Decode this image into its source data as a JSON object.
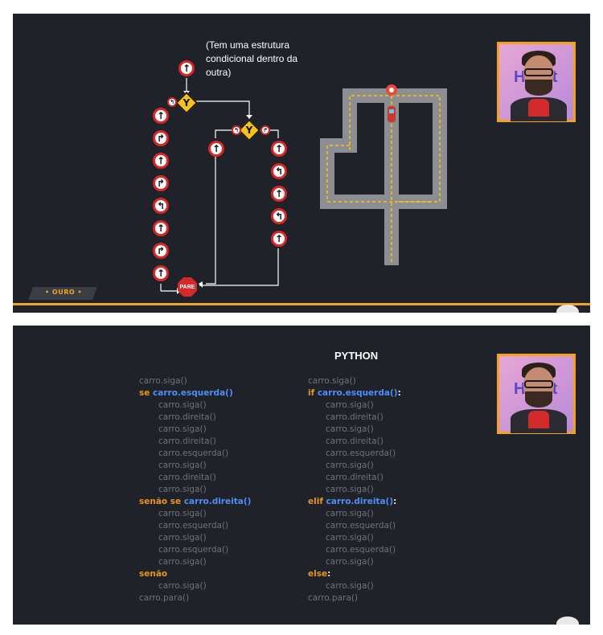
{
  "slide1": {
    "note_text": "(Tem uma estrutura condicional dentro da outra)",
    "stop_sign": "PARE",
    "badge": "• OURO •",
    "colors": {
      "background": "#1f2229",
      "accent": "#f0a321",
      "sign_red": "#d8282a",
      "road": "#8c8e92",
      "lane": "#f5c11b"
    }
  },
  "slide2": {
    "title": "PYTHON",
    "left_code": [
      {
        "indent": 0,
        "parts": [
          {
            "t": "carro.siga()",
            "c": "plain"
          }
        ]
      },
      {
        "indent": 0,
        "parts": [
          {
            "t": "se ",
            "c": "kw"
          },
          {
            "t": "carro.esquerda()",
            "c": "fn"
          }
        ]
      },
      {
        "indent": 1,
        "parts": [
          {
            "t": "carro.siga()",
            "c": "plain"
          }
        ]
      },
      {
        "indent": 1,
        "parts": [
          {
            "t": "carro.direita()",
            "c": "plain"
          }
        ]
      },
      {
        "indent": 1,
        "parts": [
          {
            "t": "carro.siga()",
            "c": "plain"
          }
        ]
      },
      {
        "indent": 1,
        "parts": [
          {
            "t": "carro.direita()",
            "c": "plain"
          }
        ]
      },
      {
        "indent": 1,
        "parts": [
          {
            "t": "carro.esquerda()",
            "c": "plain"
          }
        ]
      },
      {
        "indent": 1,
        "parts": [
          {
            "t": "carro.siga()",
            "c": "plain"
          }
        ]
      },
      {
        "indent": 1,
        "parts": [
          {
            "t": "carro.direita()",
            "c": "plain"
          }
        ]
      },
      {
        "indent": 1,
        "parts": [
          {
            "t": "carro.siga()",
            "c": "plain"
          }
        ]
      },
      {
        "indent": 0,
        "parts": [
          {
            "t": "senão se ",
            "c": "kw"
          },
          {
            "t": "carro.direita()",
            "c": "fn"
          }
        ]
      },
      {
        "indent": 1,
        "parts": [
          {
            "t": "carro.siga()",
            "c": "plain"
          }
        ]
      },
      {
        "indent": 1,
        "parts": [
          {
            "t": "carro.esquerda()",
            "c": "plain"
          }
        ]
      },
      {
        "indent": 1,
        "parts": [
          {
            "t": "carro.siga()",
            "c": "plain"
          }
        ]
      },
      {
        "indent": 1,
        "parts": [
          {
            "t": "carro.esquerda()",
            "c": "plain"
          }
        ]
      },
      {
        "indent": 1,
        "parts": [
          {
            "t": "carro.siga()",
            "c": "plain"
          }
        ]
      },
      {
        "indent": 0,
        "parts": [
          {
            "t": "senão",
            "c": "kw"
          }
        ]
      },
      {
        "indent": 1,
        "parts": [
          {
            "t": "carro.siga()",
            "c": "plain"
          }
        ]
      },
      {
        "indent": 0,
        "parts": [
          {
            "t": "carro.para()",
            "c": "plain"
          }
        ]
      }
    ],
    "right_code": [
      {
        "indent": 0,
        "parts": [
          {
            "t": "carro.siga()",
            "c": "plain"
          }
        ]
      },
      {
        "indent": 0,
        "parts": [
          {
            "t": "if ",
            "c": "kw"
          },
          {
            "t": "carro.esquerda()",
            "c": "fn"
          },
          {
            "t": ":",
            "c": "pl"
          }
        ]
      },
      {
        "indent": 1,
        "parts": [
          {
            "t": "carro.siga()",
            "c": "plain"
          }
        ]
      },
      {
        "indent": 1,
        "parts": [
          {
            "t": "carro.direita()",
            "c": "plain"
          }
        ]
      },
      {
        "indent": 1,
        "parts": [
          {
            "t": "carro.siga()",
            "c": "plain"
          }
        ]
      },
      {
        "indent": 1,
        "parts": [
          {
            "t": "carro.direita()",
            "c": "plain"
          }
        ]
      },
      {
        "indent": 1,
        "parts": [
          {
            "t": "carro.esquerda()",
            "c": "plain"
          }
        ]
      },
      {
        "indent": 1,
        "parts": [
          {
            "t": "carro.siga()",
            "c": "plain"
          }
        ]
      },
      {
        "indent": 1,
        "parts": [
          {
            "t": "carro.direita()",
            "c": "plain"
          }
        ]
      },
      {
        "indent": 1,
        "parts": [
          {
            "t": "carro.siga()",
            "c": "plain"
          }
        ]
      },
      {
        "indent": 0,
        "parts": [
          {
            "t": "elif ",
            "c": "kw"
          },
          {
            "t": "carro.direita()",
            "c": "fn"
          },
          {
            "t": ":",
            "c": "pl"
          }
        ]
      },
      {
        "indent": 1,
        "parts": [
          {
            "t": "carro.siga()",
            "c": "plain"
          }
        ]
      },
      {
        "indent": 1,
        "parts": [
          {
            "t": "carro.esquerda()",
            "c": "plain"
          }
        ]
      },
      {
        "indent": 1,
        "parts": [
          {
            "t": "carro.siga()",
            "c": "plain"
          }
        ]
      },
      {
        "indent": 1,
        "parts": [
          {
            "t": "carro.esquerda()",
            "c": "plain"
          }
        ]
      },
      {
        "indent": 1,
        "parts": [
          {
            "t": "carro.siga()",
            "c": "plain"
          }
        ]
      },
      {
        "indent": 0,
        "parts": [
          {
            "t": "else",
            "c": "kw"
          },
          {
            "t": ":",
            "c": "pl"
          }
        ]
      },
      {
        "indent": 1,
        "parts": [
          {
            "t": "carro.siga()",
            "c": "plain"
          }
        ]
      },
      {
        "indent": 0,
        "parts": [
          {
            "t": "carro.para()",
            "c": "plain"
          }
        ]
      }
    ]
  }
}
